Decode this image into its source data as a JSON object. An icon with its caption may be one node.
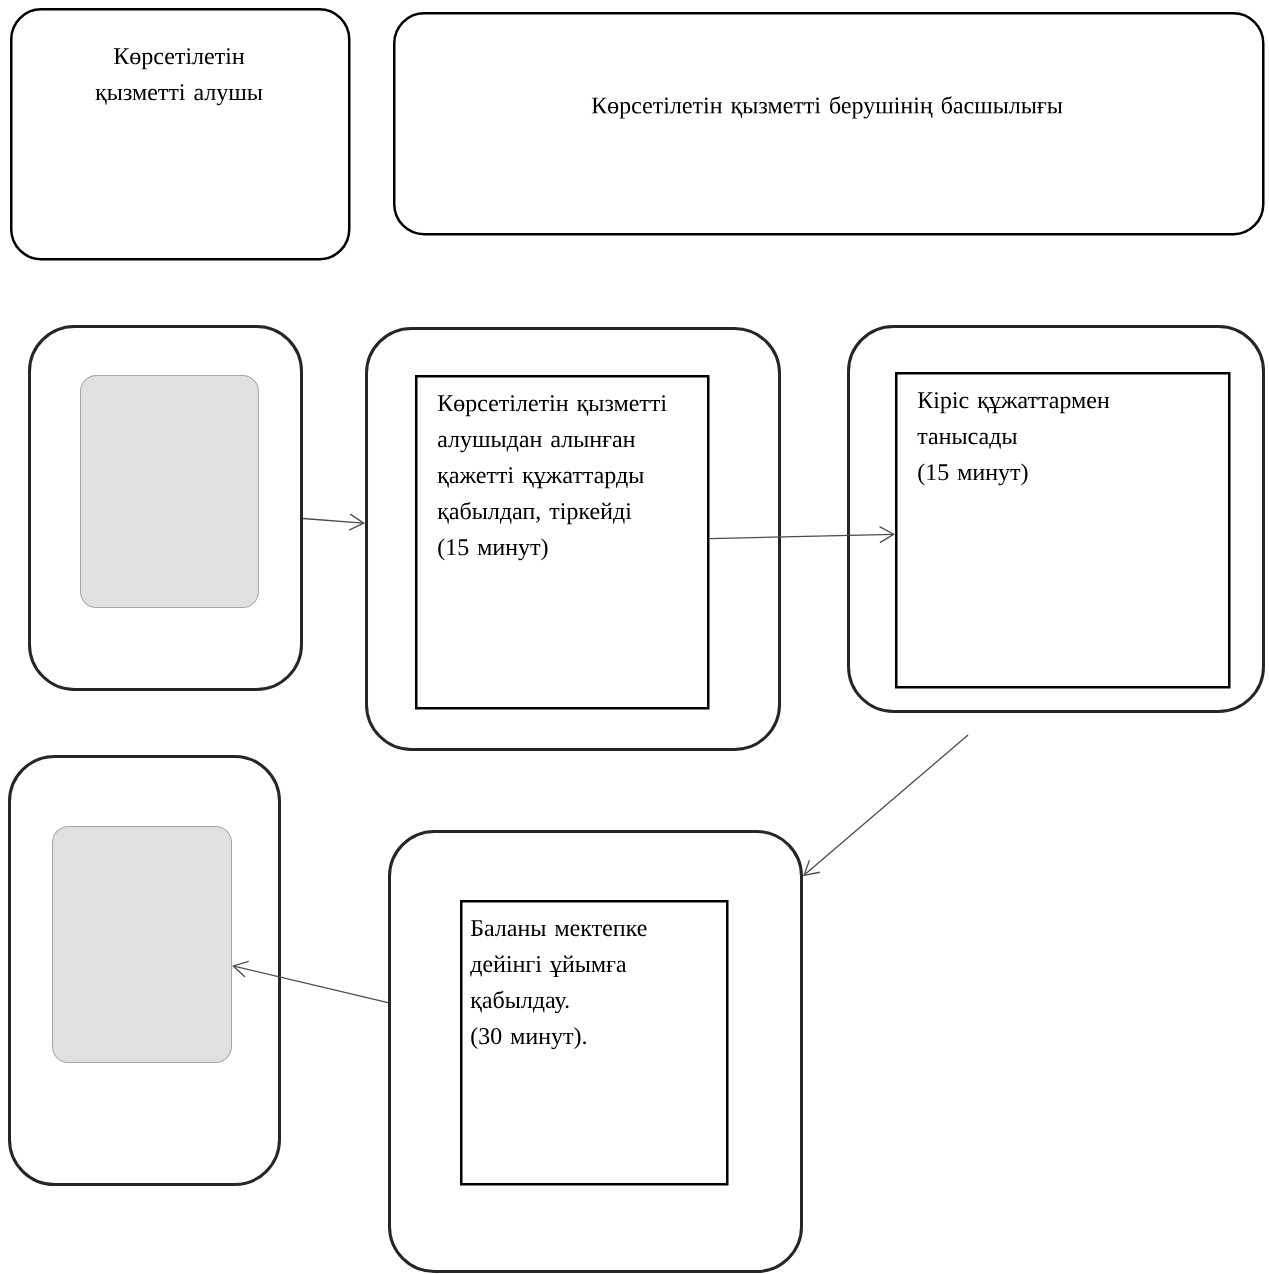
{
  "diagram": {
    "nodes": [
      {
        "text": [
          "Көрсетілетін қызметті алушы"
        ]
      },
      {
        "text": [
          "Көрсетілетін қызметті берушінің басшылығы"
        ]
      },
      {
        "text": [],
        "shape": "box"
      },
      {
        "text": [],
        "shape": "box",
        "in": 2
      },
      {
        "text": [],
        "shape": "box"
      },
      {
        "text": [
          "Көрсетілетін қызметті алушыдан алынған қажетті құжаттарды қабылдап, тіркейді",
          "(15 минут)"
        ],
        "in": 4
      },
      {
        "text": [],
        "shape": "box"
      },
      {
        "text": [
          "Кіріс құжаттармен танысады",
          "(15 минут)"
        ],
        "in": 6
      },
      {
        "text": [],
        "shape": "box"
      },
      {
        "text": [],
        "shape": "box",
        "in": 8
      },
      {
        "text": [],
        "shape": "box"
      },
      {
        "text": [
          "Баланы мектепке дейінгі ұйымға қабылдау.",
          " (30 минут)."
        ],
        "in": 10
      }
    ],
    "edges": [
      {
        "from": 2,
        "to": 4,
        "arrow": "to"
      },
      {
        "from": 5,
        "to": 7,
        "arrow": "to"
      },
      {
        "from": null,
        "to": 10,
        "arrow": "to"
      },
      {
        "from": 10,
        "to": 9,
        "arrow": "to"
      }
    ]
  }
}
